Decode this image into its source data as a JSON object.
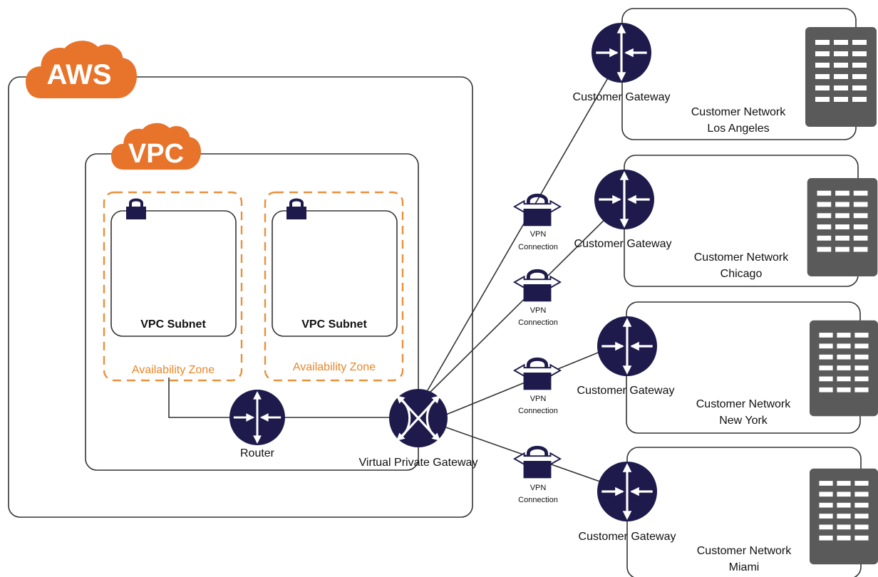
{
  "clouds": {
    "aws": {
      "label": "AWS",
      "color": "#e8732a"
    },
    "vpc": {
      "label": "VPC",
      "color": "#e8732a"
    }
  },
  "subnets": [
    {
      "label": "VPC Subnet",
      "zone": "Availability Zone"
    },
    {
      "label": "VPC Subnet",
      "zone": "Availability Zone"
    }
  ],
  "router": {
    "label": "Router"
  },
  "vpg": {
    "label": "Virtual Private Gateway"
  },
  "vpn": {
    "line1": "VPN",
    "line2": "Connection"
  },
  "sites": [
    {
      "gateway": "Customer Gateway",
      "network_line1": "Customer Network",
      "network_line2": "Los Angeles"
    },
    {
      "gateway": "Customer Gateway",
      "network_line1": "Customer Network",
      "network_line2": "Chicago"
    },
    {
      "gateway": "Customer Gateway",
      "network_line1": "Customer Network",
      "network_line2": "New York"
    },
    {
      "gateway": "Customer Gateway",
      "network_line1": "Customer Network",
      "network_line2": "Miami"
    }
  ],
  "colors": {
    "node": "#1e1a4b",
    "accent": "#e8732a",
    "zone_border": "#e8913c",
    "server": "#5a5a5a",
    "line": "#333333"
  }
}
